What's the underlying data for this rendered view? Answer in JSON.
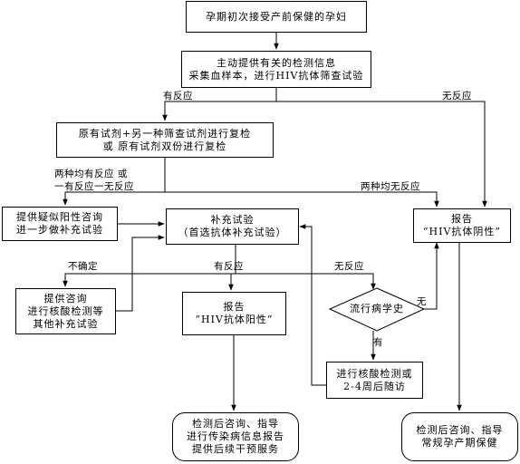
{
  "nodes": {
    "start": [
      "孕期初次接受产前保健的孕妇"
    ],
    "screening": [
      "主动提供有关的检测信息",
      "采集血样本，进行HIV抗体筛查试验"
    ],
    "recheck": [
      "原有试剂+另一种筛查试剂进行复检",
      "或 原有试剂双份进行复检"
    ],
    "suspect_counsel": [
      "提供疑似阳性咨询",
      "进一步做补充试验"
    ],
    "supplement": [
      "补充试验",
      "（首选抗体补充试验）"
    ],
    "report_neg": [
      "报告",
      "“HIV抗体阴性”"
    ],
    "nucleic_other": [
      "提供咨询",
      "进行核酸检测等",
      "其他补充试验"
    ],
    "report_pos": [
      "报告",
      "“HIV抗体阳性”"
    ],
    "epi_history": [
      "流行病学史"
    ],
    "nucleic_followup": [
      "进行核酸检测或",
      "2-4周后随访"
    ],
    "post_pos": [
      "检测后咨询、指导",
      "进行传染病信息报告",
      "提供后续干预服务"
    ],
    "post_neg": [
      "检测后咨询、指导",
      "常规孕产期保健"
    ]
  },
  "edge_labels": {
    "reactive": "有反应",
    "nonreactive": "无反应",
    "both_or_one_reactive_l1": "两种均有反应 或",
    "both_or_one_reactive_l2": "一有反应一无反应",
    "both_nonreactive": "两种均无反应",
    "uncertain": "不确定",
    "supplement_reactive": "有反应",
    "supplement_nonreactive": "无反应",
    "epi_no": "无",
    "epi_yes": "有"
  }
}
